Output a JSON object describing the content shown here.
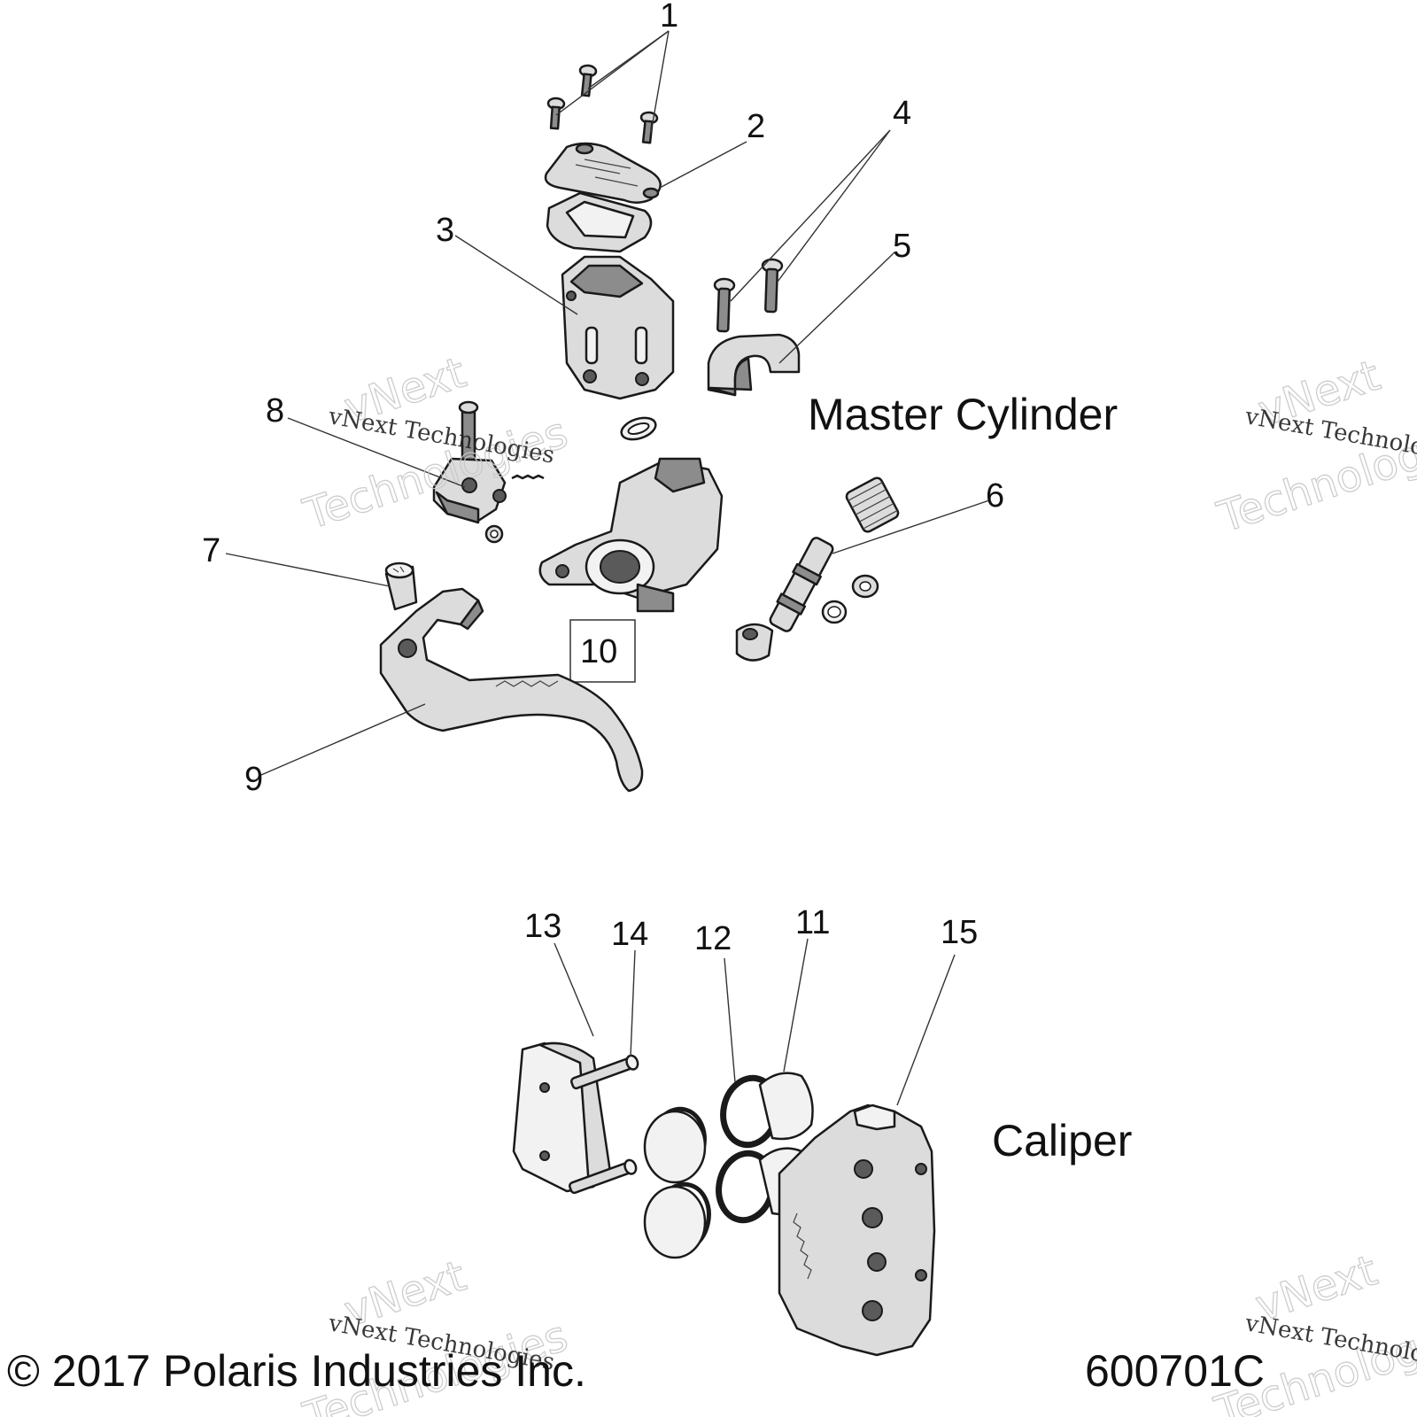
{
  "sections": {
    "master_cylinder": "Master Cylinder",
    "caliper": "Caliper"
  },
  "callouts": [
    "1",
    "2",
    "3",
    "4",
    "5",
    "6",
    "7",
    "8",
    "9",
    "10",
    "11",
    "12",
    "13",
    "14",
    "15"
  ],
  "footer": {
    "copyright": "© 2017 Polaris Industries Inc.",
    "figure_id": "600701C"
  },
  "watermark": {
    "large_top": "vNext",
    "large_bottom": "Technologies",
    "small": "vNext Technologies"
  }
}
